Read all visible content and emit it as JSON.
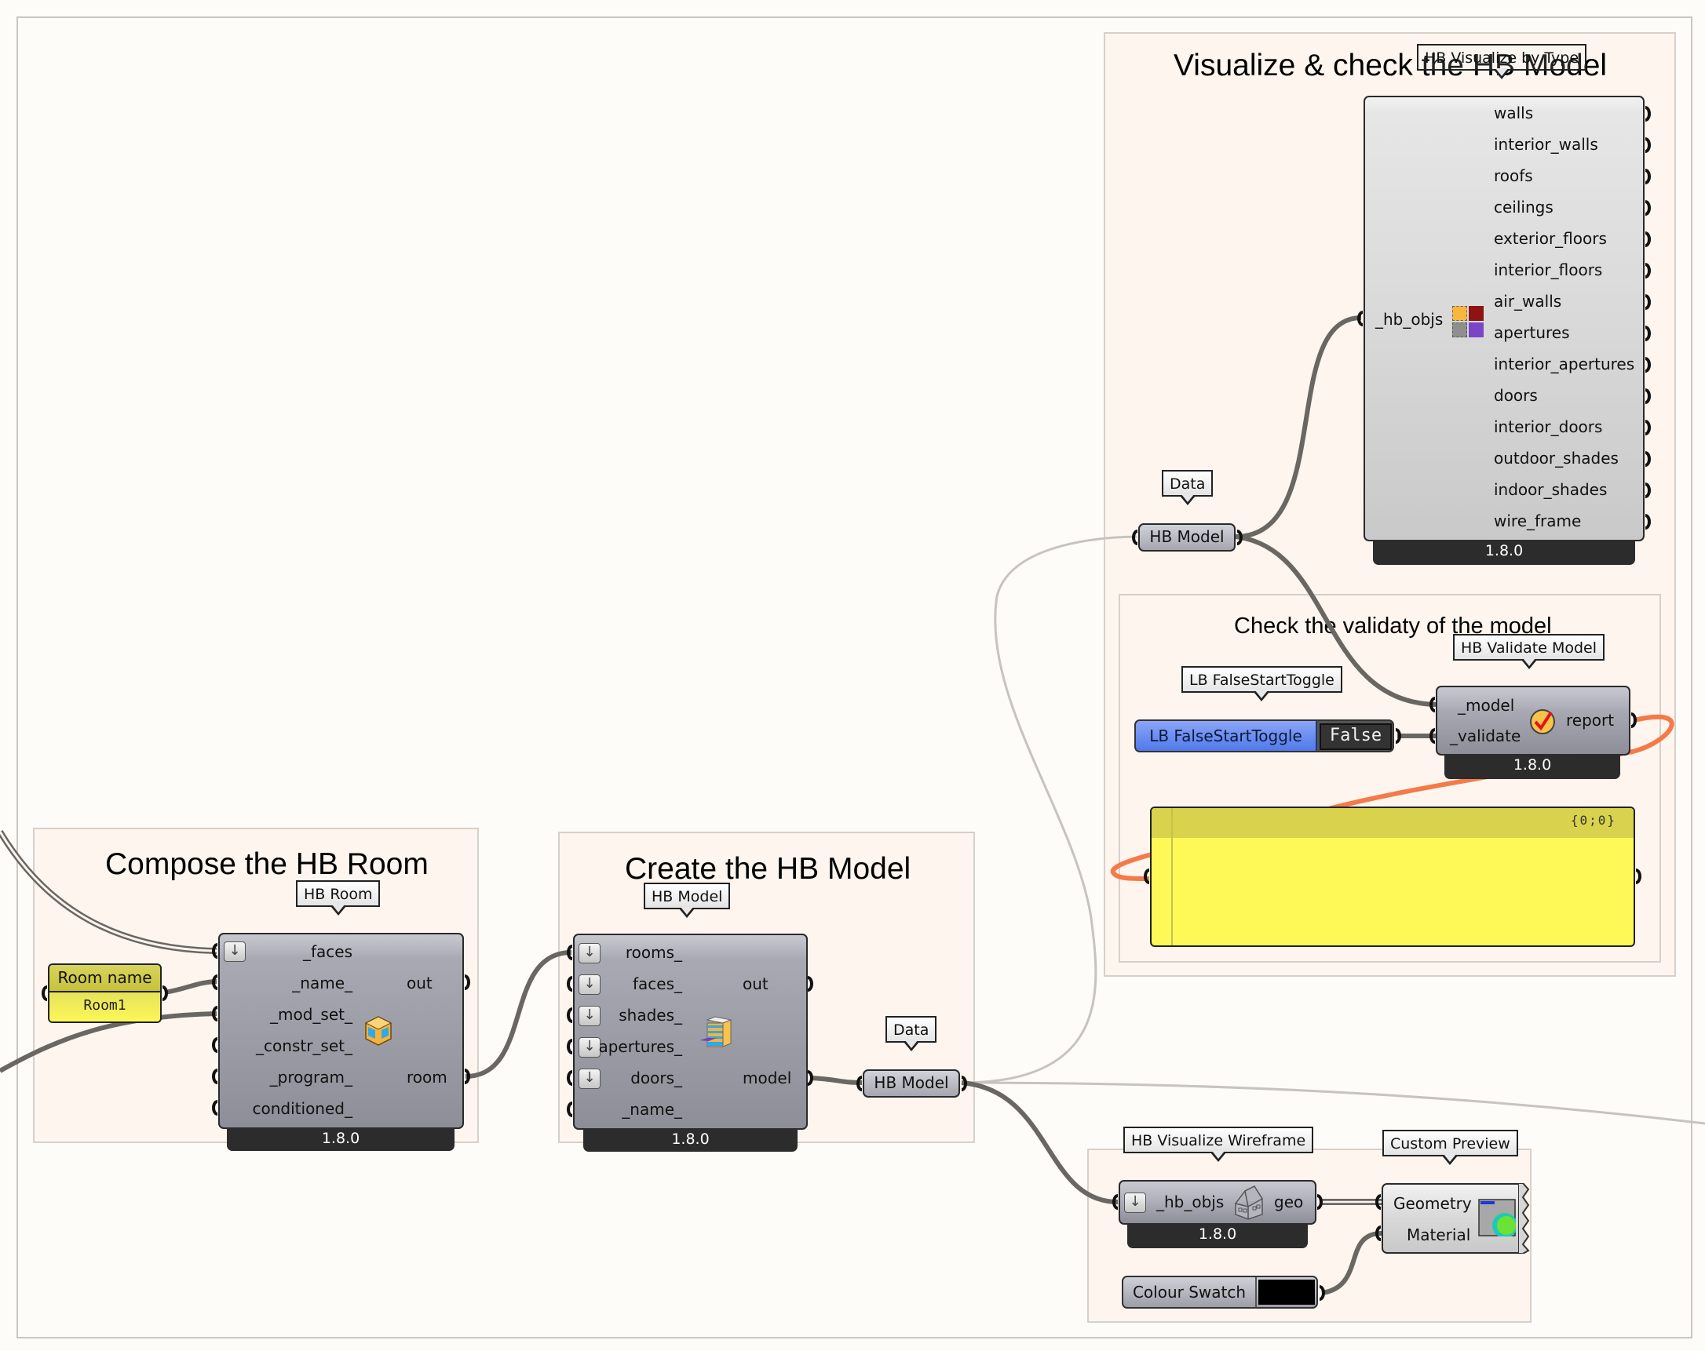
{
  "canvas": {
    "wire_colors": {
      "default": "#6a6763",
      "selected_light": "#c7c3be",
      "error_orange": "#f47a4a"
    }
  },
  "groups": {
    "visualize": {
      "title": "Visualize & check the HB Model"
    },
    "validity": {
      "title": "Check the validaty of the model"
    },
    "compose": {
      "title": "Compose the HB Room"
    },
    "create": {
      "title": "Create the HB Model"
    },
    "wireframe": {
      "title": ""
    }
  },
  "components": {
    "hb_room": {
      "tag": "HB Room",
      "version": "1.8.0",
      "inputs": [
        "_faces",
        "_name_",
        "_mod_set_",
        "_constr_set_",
        "_program_",
        "conditioned_"
      ],
      "outputs": [
        "out",
        "room"
      ],
      "icon": "hb-room-cube-icon"
    },
    "room_name_panel": {
      "title": "Room name",
      "value": "Room1"
    },
    "hb_model": {
      "tag": "HB Model",
      "version": "1.8.0",
      "inputs": [
        "rooms_",
        "faces_",
        "shades_",
        "apertures_",
        "doors_",
        "_name_"
      ],
      "outputs": [
        "out",
        "model"
      ],
      "icon": "hb-model-building-icon"
    },
    "data_param_bottom": {
      "tag": "Data",
      "label": "HB Model"
    },
    "data_param_top": {
      "tag": "Data",
      "label": "HB Model"
    },
    "visualize_by_type": {
      "tag": "HB Visualize by Type",
      "version": "1.8.0",
      "inputs": [
        "_hb_objs"
      ],
      "outputs": [
        "walls",
        "interior_walls",
        "roofs",
        "ceilings",
        "exterior_floors",
        "interior_floors",
        "air_walls",
        "apertures",
        "interior_apertures",
        "doors",
        "interior_doors",
        "outdoor_shades",
        "indoor_shades",
        "wire_frame"
      ],
      "icon": "color-grid-icon"
    },
    "validate_model": {
      "tag": "HB Validate Model",
      "version": "1.8.0",
      "inputs": [
        "_model",
        "_validate"
      ],
      "outputs": [
        "report"
      ],
      "icon": "checkmark-icon"
    },
    "false_start_toggle": {
      "tag": "LB FalseStartToggle",
      "label": "LB FalseStartToggle",
      "value": "False"
    },
    "report_panel": {
      "index": "{0;0}",
      "content": ""
    },
    "visualize_wireframe": {
      "tag": "HB Visualize Wireframe",
      "version": "1.8.0",
      "inputs": [
        "_hb_objs"
      ],
      "outputs": [
        "geo"
      ],
      "icon": "house-wireframe-icon"
    },
    "colour_swatch": {
      "label": "Colour Swatch",
      "color": "#000000"
    },
    "custom_preview": {
      "tag": "Custom Preview",
      "inputs": [
        "Geometry",
        "Material"
      ],
      "icon": "preview-sphere-icon"
    }
  }
}
